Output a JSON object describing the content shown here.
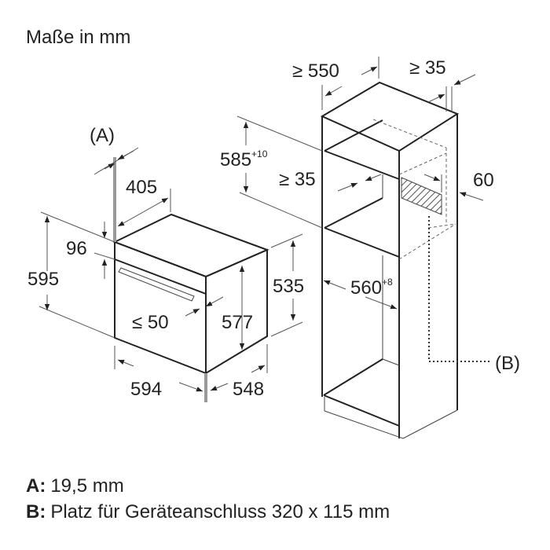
{
  "title": "Maße in mm",
  "dimensions": {
    "A_label": "(A)",
    "B_label": "(B)",
    "d405": "405",
    "d96": "96",
    "d595": "595",
    "d50": "≤ 50",
    "d577": "577",
    "d535": "535",
    "d594": "594",
    "d548": "548",
    "d585": "585",
    "d585_tol": "+10",
    "d550": "≥ 550",
    "d35_top": "≥ 35",
    "d35_mid": "≥ 35",
    "d60": "60",
    "d560": "560",
    "d560_tol": "+8"
  },
  "legend": [
    {
      "key": "A:",
      "text": "19,5 mm"
    },
    {
      "key": "B:",
      "text": "Platz für Geräteanschluss 320 x 115 mm"
    }
  ]
}
